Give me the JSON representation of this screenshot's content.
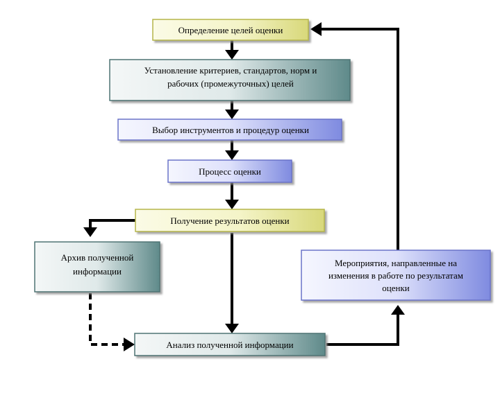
{
  "diagram": {
    "nodes": {
      "define_goals": {
        "label": "Определение целей оценки",
        "style": "yellow"
      },
      "criteria": {
        "label": "Установление критериев,  стандартов,  норм и\nрабочих (промежуточных) целей",
        "style": "teal"
      },
      "tools": {
        "label": "Выбор инструментов и процедур оценки",
        "style": "blue"
      },
      "process": {
        "label": "Процесс оценки",
        "style": "blue"
      },
      "results": {
        "label": "Получение результатов оценки",
        "style": "yellow"
      },
      "archive": {
        "label": "Архив полученной\nинформации",
        "style": "teal"
      },
      "measures": {
        "label": "Мероприятия, направленные на\nизменения в работе по результатам\nоценки",
        "style": "blue"
      },
      "analysis": {
        "label": "Анализ полученной информации",
        "style": "teal"
      }
    },
    "edges": [
      {
        "from": "define_goals",
        "to": "criteria",
        "line": "solid"
      },
      {
        "from": "criteria",
        "to": "tools",
        "line": "solid"
      },
      {
        "from": "tools",
        "to": "process",
        "line": "solid"
      },
      {
        "from": "process",
        "to": "results",
        "line": "solid"
      },
      {
        "from": "results",
        "to": "archive",
        "line": "solid"
      },
      {
        "from": "results",
        "to": "analysis",
        "line": "solid"
      },
      {
        "from": "archive",
        "to": "analysis",
        "line": "dashed"
      },
      {
        "from": "analysis",
        "to": "measures",
        "line": "solid"
      },
      {
        "from": "measures",
        "to": "define_goals",
        "line": "solid"
      }
    ],
    "colors": {
      "yellow_fill_light": "#fbfbe6",
      "yellow_fill_dark": "#d8d87a",
      "yellow_border": "#b5b54a",
      "teal_fill_light": "#f2f6f6",
      "teal_fill_dark": "#5f8a8a",
      "teal_border": "#4e7373",
      "blue_fill_light": "#f3f4fd",
      "blue_fill_dark": "#7f8be0",
      "blue_border": "#6a73c8",
      "arrow": "#000000"
    }
  }
}
